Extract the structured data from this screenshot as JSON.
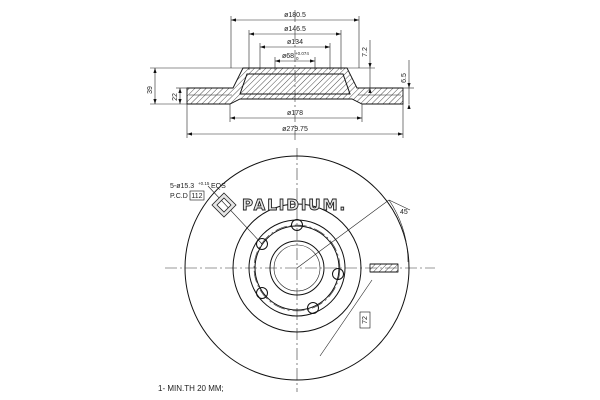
{
  "section_dimensions": {
    "d_outer": "ø279.75",
    "d_hat_top": "ø180.5",
    "d_hat_mid": "ø146.5",
    "d_hat_inner": "ø134",
    "d_center": "ø68",
    "d_center_tol": "+0.074",
    "d_center_tol2": "0",
    "d_friction": "ø178",
    "h_total": "39",
    "h_offset": "22",
    "h_hat": "7.2",
    "h_thickness": "6.5"
  },
  "front_view": {
    "bolt_spec": "5-ø15.3",
    "bolt_spec_tol": "+0.15",
    "bolt_spec_suffix": "EQS",
    "pcd_label": "P.C.D",
    "pcd_value": "112",
    "angle": "45",
    "slot_length": "72"
  },
  "brand": {
    "name": "PALIDIUM."
  },
  "note": {
    "text": "1- MIN.TH 20 MM;"
  }
}
